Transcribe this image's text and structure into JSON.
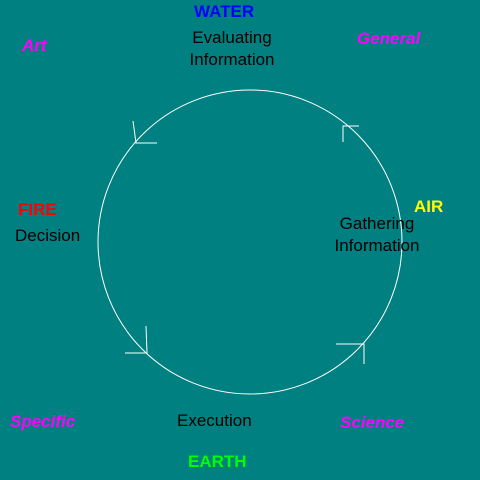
{
  "colors": {
    "background": "#008080",
    "water": "#0000ff",
    "air": "#ffff00",
    "fire": "#ff0000",
    "earth": "#00ff00",
    "corner": "#ff00ff",
    "process": "#000000",
    "circle": "#ffffff"
  },
  "elements": {
    "water": "WATER",
    "air": "AIR",
    "fire": "FIRE",
    "earth": "EARTH"
  },
  "processes": {
    "evaluating": [
      "Evaluating",
      "Information"
    ],
    "gathering": [
      "Gathering",
      "Information"
    ],
    "decision": "Decision",
    "execution": "Execution"
  },
  "corners": {
    "top_left": "Art",
    "top_right": "General",
    "bottom_left": "Specific",
    "bottom_right": "Science"
  }
}
